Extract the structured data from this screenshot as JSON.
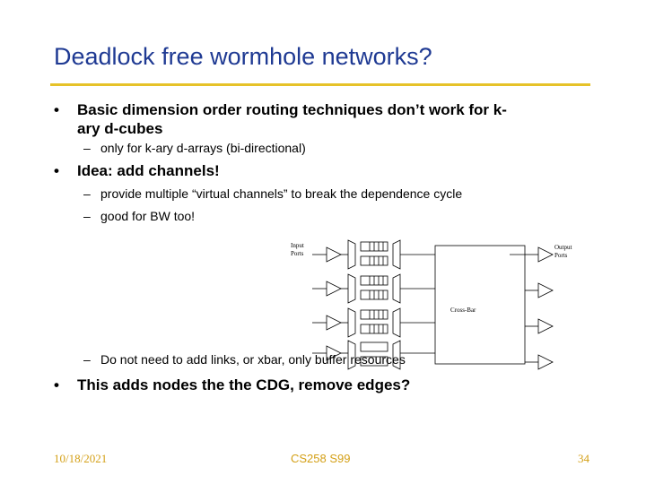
{
  "slide": {
    "title": "Deadlock free wormhole networks?",
    "bullets": [
      {
        "text_line1": "Basic dimension order routing techniques don’t work for k-",
        "text_line2": "ary d-cubes",
        "sub": [
          "only for k-ary d-arrays (bi-directional)"
        ]
      },
      {
        "text_line1": "Idea: add channels!",
        "sub": [
          "provide multiple “virtual channels” to break the dependence cycle",
          "good for BW too!",
          "Do not need to add links, or xbar, only buffer resources"
        ]
      },
      {
        "text_line1": "This adds nodes the the CDG, remove edges?"
      }
    ],
    "bullet_glyph": "•",
    "dash_glyph": "–"
  },
  "diagram": {
    "input_label_1": "Input",
    "input_label_2": "Ports",
    "output_label_1": "Output",
    "output_label_2": "Ports",
    "crossbar_label": "Cross-Bar"
  },
  "footer": {
    "date": "10/18/2021",
    "course": "CS258 S99",
    "page": "34"
  },
  "colors": {
    "title": "#1f3a93",
    "rule": "#e6c229",
    "footer": "#d4a017"
  }
}
